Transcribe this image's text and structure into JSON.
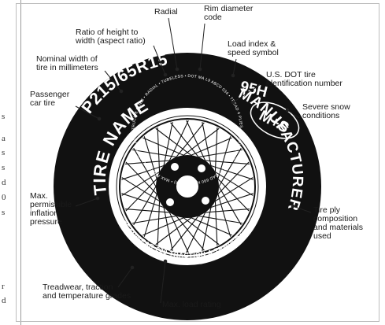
{
  "page_edge_fragments": [
    "s",
    "a",
    "s",
    "s",
    "d",
    "0",
    "s",
    "r",
    "d"
  ],
  "tire": {
    "size_code": "P215/65R15",
    "load_speed": "95H",
    "name": "TIRE NAME",
    "snow_mark": "M+S",
    "manufacturer": "MANUFACTURER",
    "treadwear_text": "TREADWEAR 220 TRACTION A TEMPERATURE A",
    "inner_ring_text": "TRUCK 8 PLIES • RADIAL • TUBELESS • DOT MA L9 ABCD 034 • TREAD 4 PLIES • STEEL 2 PLIES • MAX LOAD 690 kg (1521 lbs) • MAX PRESS 240 kPa (35 psi) •"
  },
  "callouts": {
    "radial": [
      "Radial"
    ],
    "rim_diameter": [
      "Rim diameter",
      "code"
    ],
    "aspect_ratio": [
      "Ratio of height to",
      "width (aspect ratio)"
    ],
    "load_index": [
      "Load index &",
      "speed symbol"
    ],
    "nominal_width": [
      "Nominal width of",
      "tire in millimeters"
    ],
    "dot_id": [
      "U.S. DOT tire",
      "identification number"
    ],
    "passenger": [
      "Passenger",
      "car tire"
    ],
    "severe_snow": [
      "Severe snow",
      "conditions"
    ],
    "max_pressure": [
      "Max.",
      "permissible",
      "inflation",
      "pressure"
    ],
    "ply": [
      "Tire ply",
      "composition",
      "and materials",
      "used"
    ],
    "treadwear": [
      "Treadwear, traction",
      "and temperature grades"
    ],
    "max_load": [
      "Max. load rating"
    ]
  }
}
